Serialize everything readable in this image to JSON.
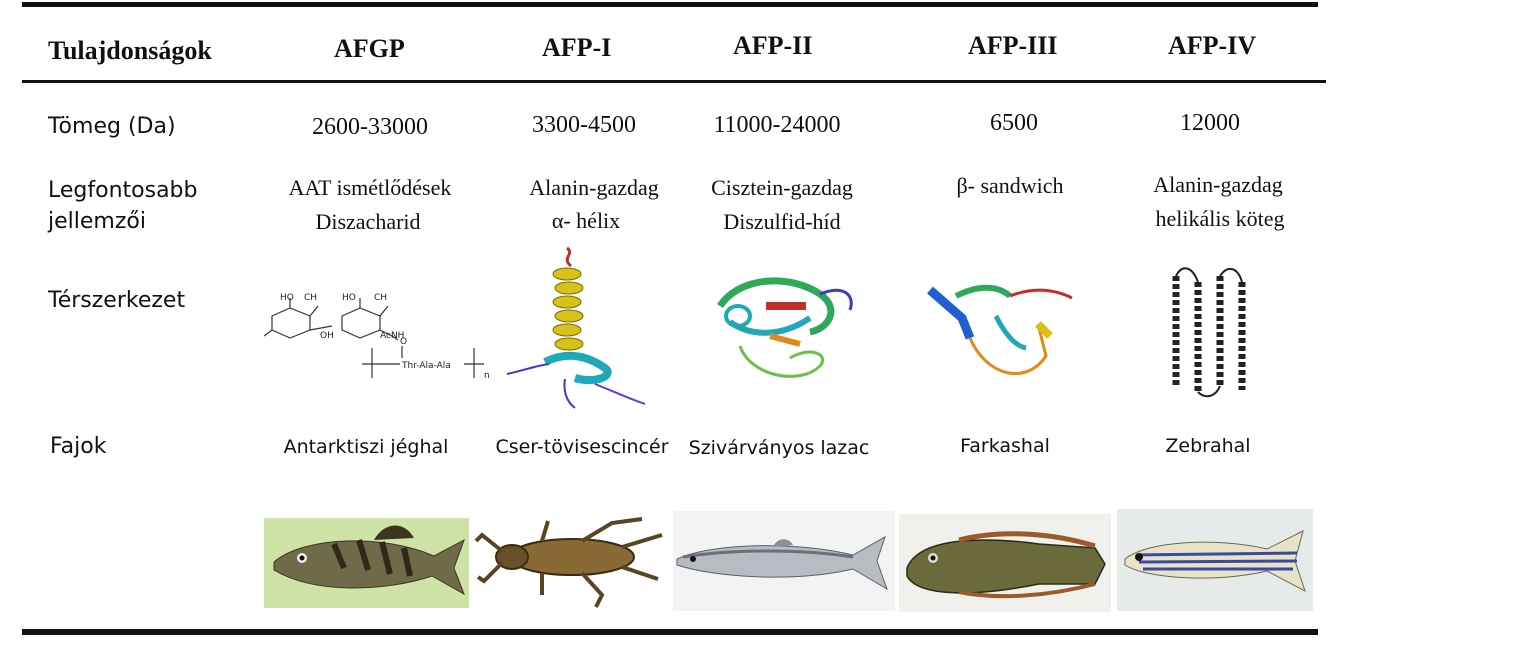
{
  "header": {
    "property": "Tulajdonságok",
    "columns": [
      "AFGP",
      "AFP-I",
      "AFP-II",
      "AFP-III",
      "AFP-IV"
    ]
  },
  "rows": {
    "mass": {
      "label": "Tömeg (Da)",
      "values": [
        "2600-33000",
        "3300-4500",
        "11000-24000",
        "6500",
        "12000"
      ]
    },
    "features": {
      "label_line1": "Legfontosabb",
      "label_line2": "jellemzői",
      "values": [
        {
          "line1": "AAT ismétlődések",
          "line2": "Diszacharid"
        },
        {
          "line1": "Alanin-gazdag",
          "line2": "α- hélix"
        },
        {
          "line1": "Cisztein-gazdag",
          "line2": "Diszulfid-híd"
        },
        {
          "line1": "β- sandwich",
          "line2": ""
        },
        {
          "line1": "Alanin-gazdag",
          "line2": "helikális köteg"
        }
      ]
    },
    "structure": {
      "label": "Térszerkezet",
      "chem": {
        "ho1": "HO",
        "ch1": "CH",
        "ho2": "HO",
        "ch2": "CH",
        "oh": "OH",
        "acnh": "AcNH",
        "o": "O",
        "chain": "Thr-Ala-Ala",
        "n": "n"
      }
    },
    "species": {
      "label": "Fajok",
      "values": [
        "Antarktiszi jéghal",
        "Cser-tövisescincér",
        "Szivárványos lazac",
        "Farkashal",
        "Zebrahal"
      ]
    }
  },
  "colors": {
    "rule": "#111111",
    "helix_yellow": "#d8c21a",
    "ribbon_green": "#2fa85a",
    "ribbon_blue": "#1f5fd0",
    "ribbon_red": "#c0302a",
    "ribbon_orange": "#e08a1a",
    "photo_green_bg": "#cfe3a6"
  }
}
